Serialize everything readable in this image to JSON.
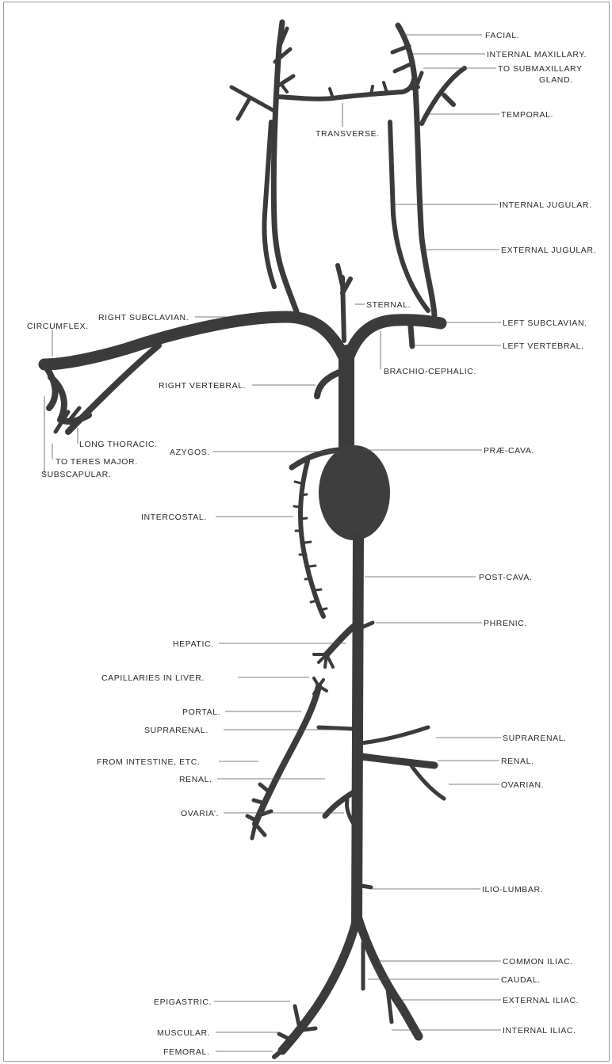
{
  "colors": {
    "vein": "#3b3b3b",
    "heart": "#3e3e3e",
    "text": "#2a2a2a",
    "leader": "#555555",
    "background": "#ffffff"
  },
  "labels": {
    "facial": "FACIAL.",
    "internal_maxillary": "INTERNAL MAXILLARY.",
    "to_submaxillary_gland_1": "TO SUBMAXILLARY",
    "to_submaxillary_gland_2": "GLAND.",
    "temporal": "TEMPORAL.",
    "transverse": "TRANSVERSE.",
    "internal_jugular": "INTERNAL JUGULAR.",
    "external_jugular": "EXTERNAL JUGULAR.",
    "right_subclavian": "RIGHT SUBCLAVIAN.",
    "circumflex": "CIRCUMFLEX.",
    "sternal": "STERNAL.",
    "left_subclavian": "LEFT SUBCLAVIAN.",
    "left_vertebral": "LEFT VERTEBRAL.",
    "brachio_cephalic": "BRACHIO-CEPHALIC.",
    "right_vertebral": "RIGHT VERTEBRAL.",
    "long_thoracic": "LONG THORACIC.",
    "azygos": "AZYGOS.",
    "prae_cava": "PRÆ-CAVA.",
    "to_teres_major": "TO TERES MAJOR.",
    "subscapular": "SUBSCAPULAR.",
    "intercostal": "INTERCOSTAL.",
    "post_cava": "POST-CAVA.",
    "phrenic": "PHRENIC.",
    "hepatic": "HEPATIC.",
    "capillaries_in_liver": "CAPILLARIES IN LIVER.",
    "portal": "PORTAL.",
    "suprarenal_left": "SUPRARENAL.",
    "suprarenal_right": "SUPRARENAL.",
    "from_intestine": "FROM INTESTINE, ETC.",
    "renal_left": "RENAL.",
    "renal_right": "RENAL.",
    "ovarian_right": "OVARIAN.",
    "ovarian_left": "OVARIA’.",
    "ilio_lumbar": "ILIO-LUMBAR.",
    "common_iliac": "COMMON ILIAC.",
    "caudal": "CAUDAL.",
    "epigastric": "EPIGASTRIC.",
    "external_iliac": "EXTERNAL ILIAC.",
    "muscular": "MUSCULAR.",
    "internal_iliac": "INTERNAL ILIAC.",
    "femoral": "FEMORAL."
  }
}
